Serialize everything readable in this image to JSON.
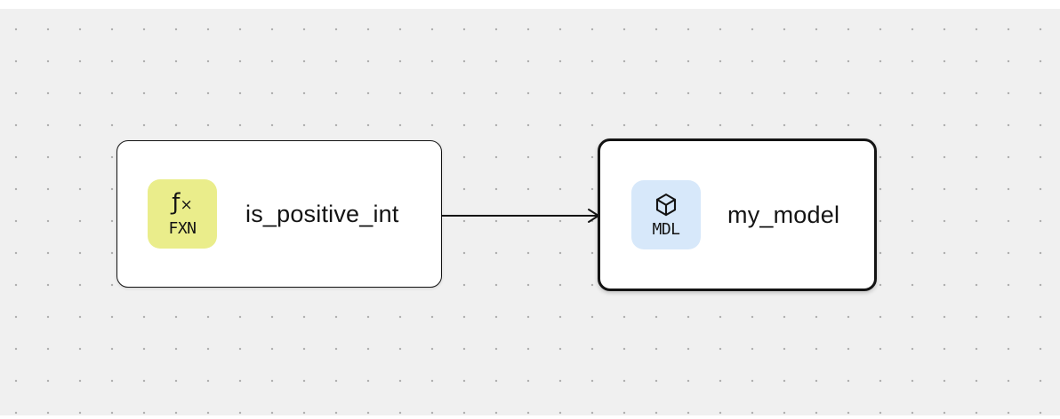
{
  "colors": {
    "canvas-bg": "#F0F0F0",
    "dot": "#AEAEAE",
    "node-bg": "#FFFFFF",
    "node-border": "#141414",
    "fxn-badge-bg": "#EAED8B",
    "mdl-badge-bg": "#D7E8FA",
    "text": "#141414"
  },
  "canvas": {
    "type": "node-graph-editor",
    "grid": "dotted"
  },
  "nodes": [
    {
      "type": "function",
      "title": "is_positive_int",
      "selected": false,
      "badge": {
        "label": "FXN",
        "glyph_main": "ƒ",
        "glyph_sub": "×",
        "icon": "function-icon"
      }
    },
    {
      "type": "model",
      "title": "my_model",
      "selected": true,
      "badge": {
        "label": "MDL",
        "icon": "cube-icon"
      }
    }
  ],
  "edges": [
    {
      "source": "is_positive_int",
      "target": "my_model",
      "arrow": "right"
    }
  ]
}
